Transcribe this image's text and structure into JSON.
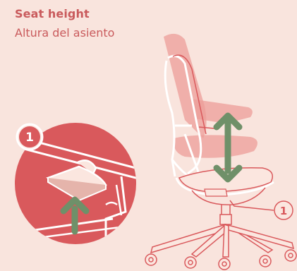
{
  "header": {
    "title": "Seat height",
    "subtitle": "Altura del asiento"
  },
  "callouts": {
    "detail_number": "1",
    "chair_number": "1"
  },
  "colors": {
    "background": "#f9e4dd",
    "accent_red": "#d9595c",
    "text_red": "#c95a5c",
    "pale_red": "#ec9e98",
    "arrow_green": "#6f9069",
    "line_white": "#ffffff"
  },
  "icons": {
    "up_arrow": "arrow-up-icon",
    "double_arrow": "arrow-up-down-icon"
  }
}
